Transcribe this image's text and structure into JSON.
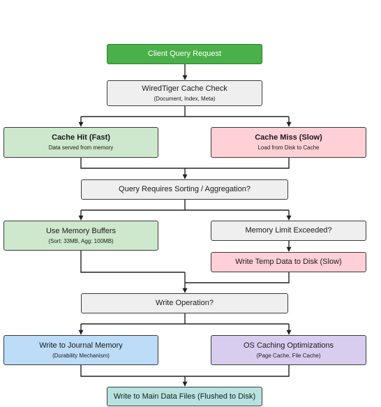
{
  "nodes": {
    "client": {
      "title": "Client Query Request",
      "fill": "#4ab04a"
    },
    "cache_check": {
      "title": "WiredTiger Cache Check",
      "subtitle": "(Document, Index, Meta)",
      "fill": "#efefef"
    },
    "cache_hit": {
      "title": "Cache Hit (Fast)",
      "subtitle": "Data served from memory",
      "fill": "#cde8cd"
    },
    "cache_miss": {
      "title": "Cache Miss (Slow)",
      "subtitle": "Load from Disk to Cache",
      "fill": "#ffd0d6"
    },
    "sort_agg": {
      "title": "Query Requires Sorting / Aggregation?",
      "fill": "#efefef"
    },
    "mem_buffers": {
      "title": "Use Memory Buffers",
      "subtitle": "(Sort: 33MB, Agg: 100MB)",
      "fill": "#cde8cd"
    },
    "mem_limit": {
      "title": "Memory Limit Exceeded?",
      "fill": "#efefef"
    },
    "temp_disk": {
      "title": "Write Temp Data to Disk (Slow)",
      "fill": "#ffd0d6"
    },
    "write_op": {
      "title": "Write Operation?",
      "fill": "#efefef"
    },
    "journal": {
      "title": "Write to Journal Memory",
      "subtitle": "(Durability Mechanism)",
      "fill": "#bcdcf8"
    },
    "os_cache": {
      "title": "OS Caching Optimizations",
      "subtitle": "(Page Cache, File Cache)",
      "fill": "#d8cdee"
    },
    "main_files": {
      "title": "Write to Main Data Files (Flushed to Disk)",
      "fill": "#b8e2e0"
    }
  },
  "line_color": "#222222"
}
